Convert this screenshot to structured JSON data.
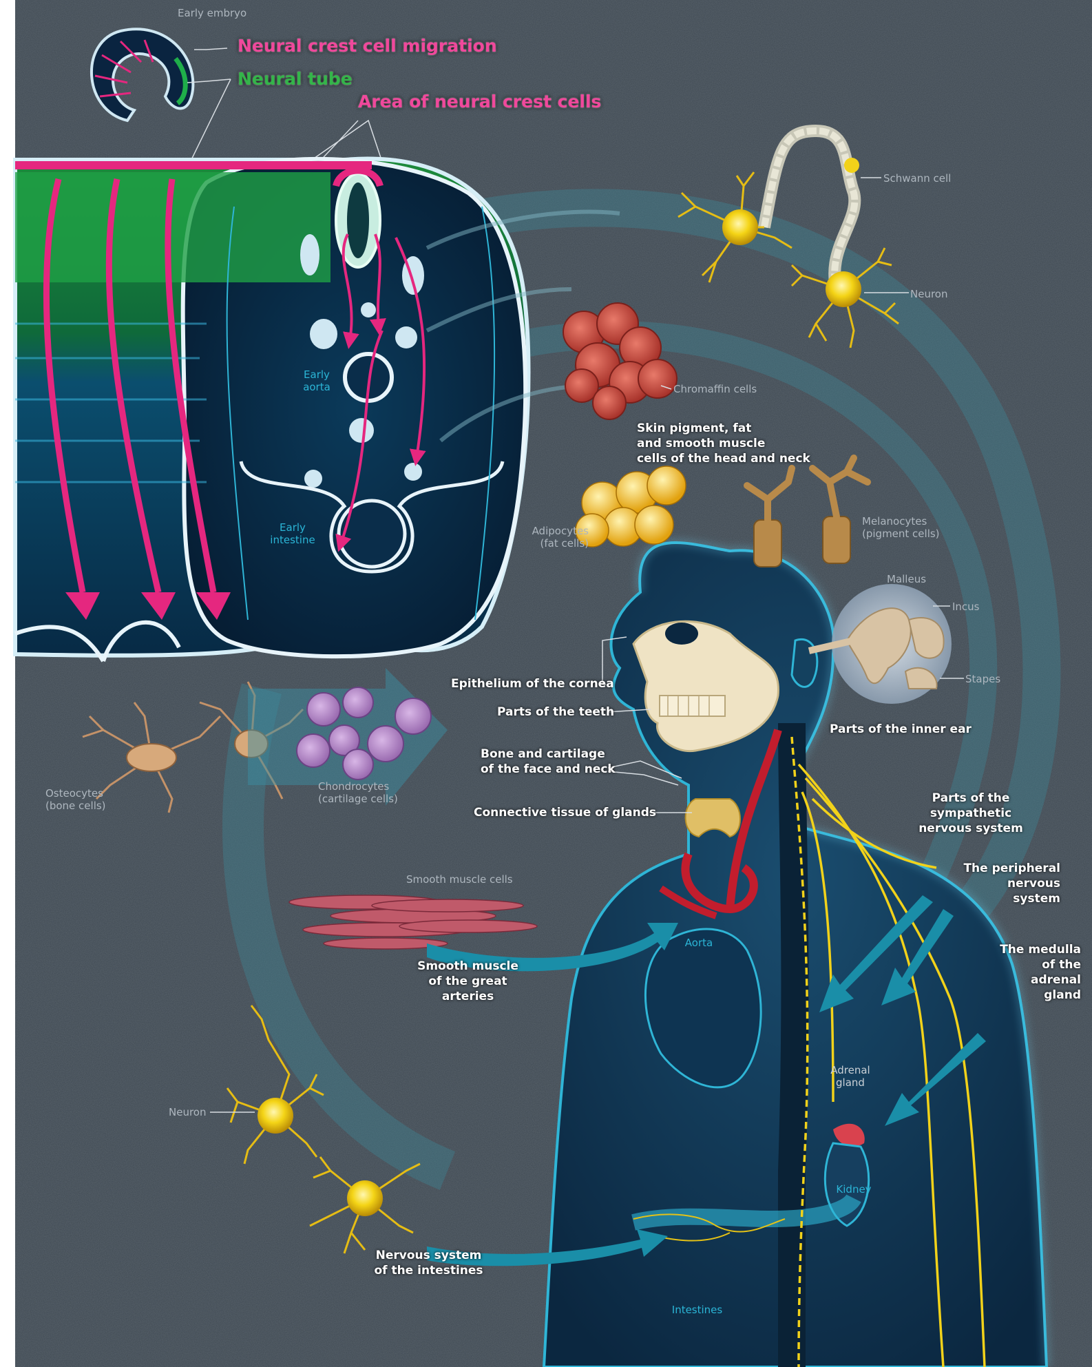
{
  "colors": {
    "background": "#3f4952",
    "neural_crest": "#e5277f",
    "neural_tube": "#1ea345",
    "body_glow": "#2fb5d6",
    "arrow_teal": "#1a8ea8",
    "neuron_yellow": "#f2d21a"
  },
  "embryo": {
    "early_embryo": "Early embryo",
    "migration": "Neural crest cell migration",
    "neural_tube": "Neural tube",
    "area": "Area of neural crest cells",
    "early_aorta": "Early\naorta",
    "early_intestine": "Early\nintestine"
  },
  "cells": {
    "schwann": "Schwann cell",
    "neuron_top": "Neuron",
    "chromaffin": "Chromaffin cells",
    "skin_pigment": "Skin pigment, fat\nand smooth muscle\ncells of the head and neck",
    "adipocytes": "Adipocytes\n(fat cells)",
    "melanocytes": "Melanocytes\n(pigment cells)",
    "osteocytes": "Osteocytes\n(bone cells)",
    "chondrocytes": "Chondrocytes\n(cartilage cells)",
    "smooth_muscle_cells": "Smooth muscle cells",
    "neuron_bottom": "Neuron"
  },
  "ear": {
    "malleus": "Malleus",
    "incus": "Incus",
    "stapes": "Stapes",
    "inner_ear": "Parts of the inner ear"
  },
  "body": {
    "cornea": "Epithelium of the cornea",
    "teeth": "Parts of the teeth",
    "bone_cartilage": "Bone and cartilage\nof the face and neck",
    "glands": "Connective tissue of glands",
    "sympathetic": "Parts of the\nsympathetic\nnervous system",
    "peripheral": "The peripheral\nnervous\nsystem",
    "medulla": "The medulla\nof the\nadrenal\ngland",
    "smooth_muscle_arteries": "Smooth muscle\nof the great arteries",
    "aorta": "Aorta",
    "adrenal": "Adrenal\ngland",
    "kidney": "Kidney",
    "intestines_nervous": "Nervous system\nof the intestines",
    "intestines": "Intestines"
  }
}
